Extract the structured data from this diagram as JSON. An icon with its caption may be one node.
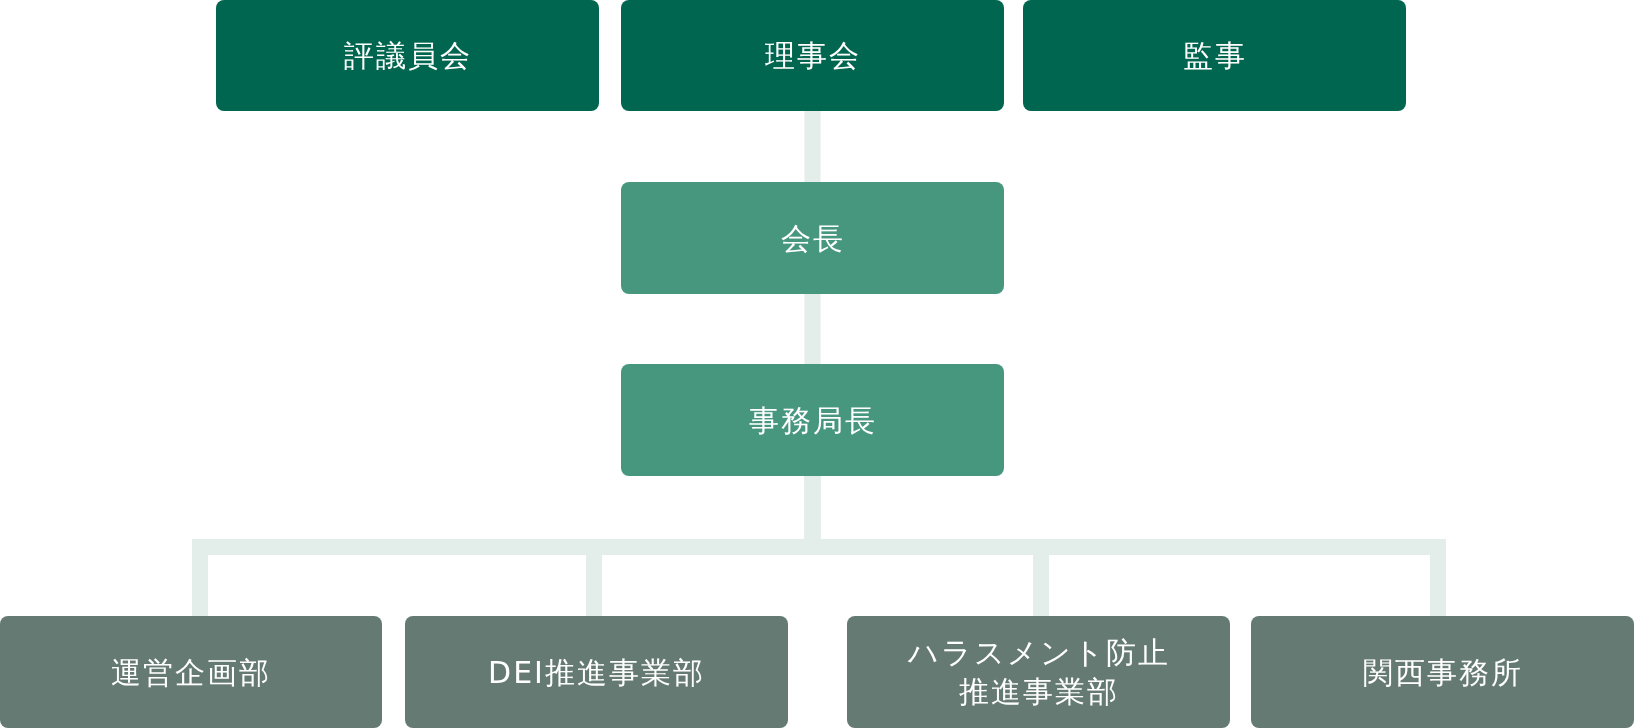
{
  "diagram": {
    "nodes": [
      {
        "text": [
          "評議員会"
        ]
      },
      {
        "text": [
          "理事会"
        ]
      },
      {
        "text": [
          "監事"
        ]
      },
      {
        "text": [
          "会長"
        ]
      },
      {
        "text": [
          "事務局長"
        ]
      },
      {
        "text": [
          "運営企画部"
        ]
      },
      {
        "text": [
          "DEI推進事業部"
        ]
      },
      {
        "text": [
          "ハラスメント防止推進事業部"
        ]
      },
      {
        "text": [
          "関西事務所"
        ]
      }
    ],
    "edges": [
      {
        "from": 1,
        "to": 3,
        "arrow": "none"
      },
      {
        "from": 3,
        "to": 4,
        "arrow": "none"
      },
      {
        "from": 4,
        "to": 5,
        "arrow": "none"
      },
      {
        "from": 4,
        "to": 6,
        "arrow": "none"
      },
      {
        "from": 4,
        "to": 7,
        "arrow": "none"
      },
      {
        "from": 4,
        "to": 8,
        "arrow": "none"
      }
    ]
  }
}
